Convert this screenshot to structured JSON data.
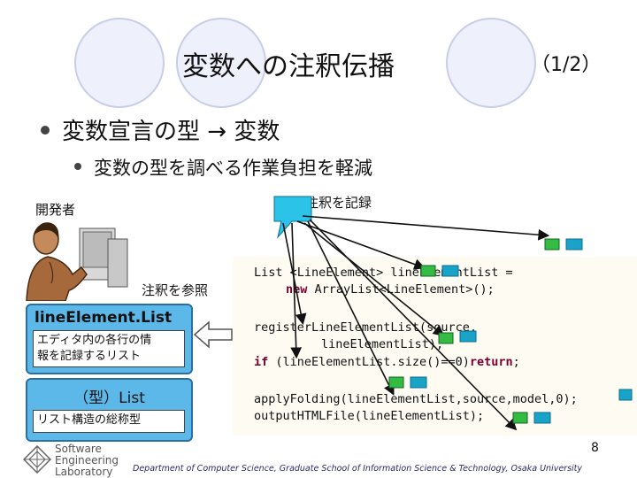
{
  "slide": {
    "title": "変数への注釈伝播",
    "page_indicator": "（1/2）",
    "bullet1": "変数宣言の型 → 変数",
    "bullet2": "変数の型を調べる作業負担を軽減",
    "developer_label": "開発者",
    "record_label": "注釈を記録",
    "refer_label": "注釈を参照",
    "list_box": {
      "title": "lineElement.List",
      "desc_line1": "エディタ内の各行の情",
      "desc_line2": "報を記録するリスト"
    },
    "type_box": {
      "title": "（型）List",
      "desc": "リスト構造の総称型"
    },
    "code": {
      "l1_a": "List <LineElement> lineElementList =",
      "l2_kw": "new",
      "l2_b": " ArrayList<LineElement>();",
      "l3": "registerLineElementList(source,",
      "l4": "lineElementList);",
      "l5_kw1": "if",
      "l5_b": " (lineElementList.size()==0)",
      "l5_kw2": "return",
      "l5_c": ";",
      "l6": "applyFolding(lineElementList,source,model,0);",
      "l7": "outputHTMLFile(lineElementList);"
    },
    "page_number": "8",
    "footer": "Department of Computer Science, Graduate School of Information Science & Technology, Osaka University",
    "logo": {
      "line1": "Software",
      "line2": "Engineering",
      "line3": "Laboratory"
    },
    "colors": {
      "box_blue": "#5cb8e8",
      "marker_green": "#33bb44",
      "marker_teal": "#1aa3c9",
      "callout_cyan": "#2cc3e8",
      "keyword": "#7a0032"
    }
  }
}
